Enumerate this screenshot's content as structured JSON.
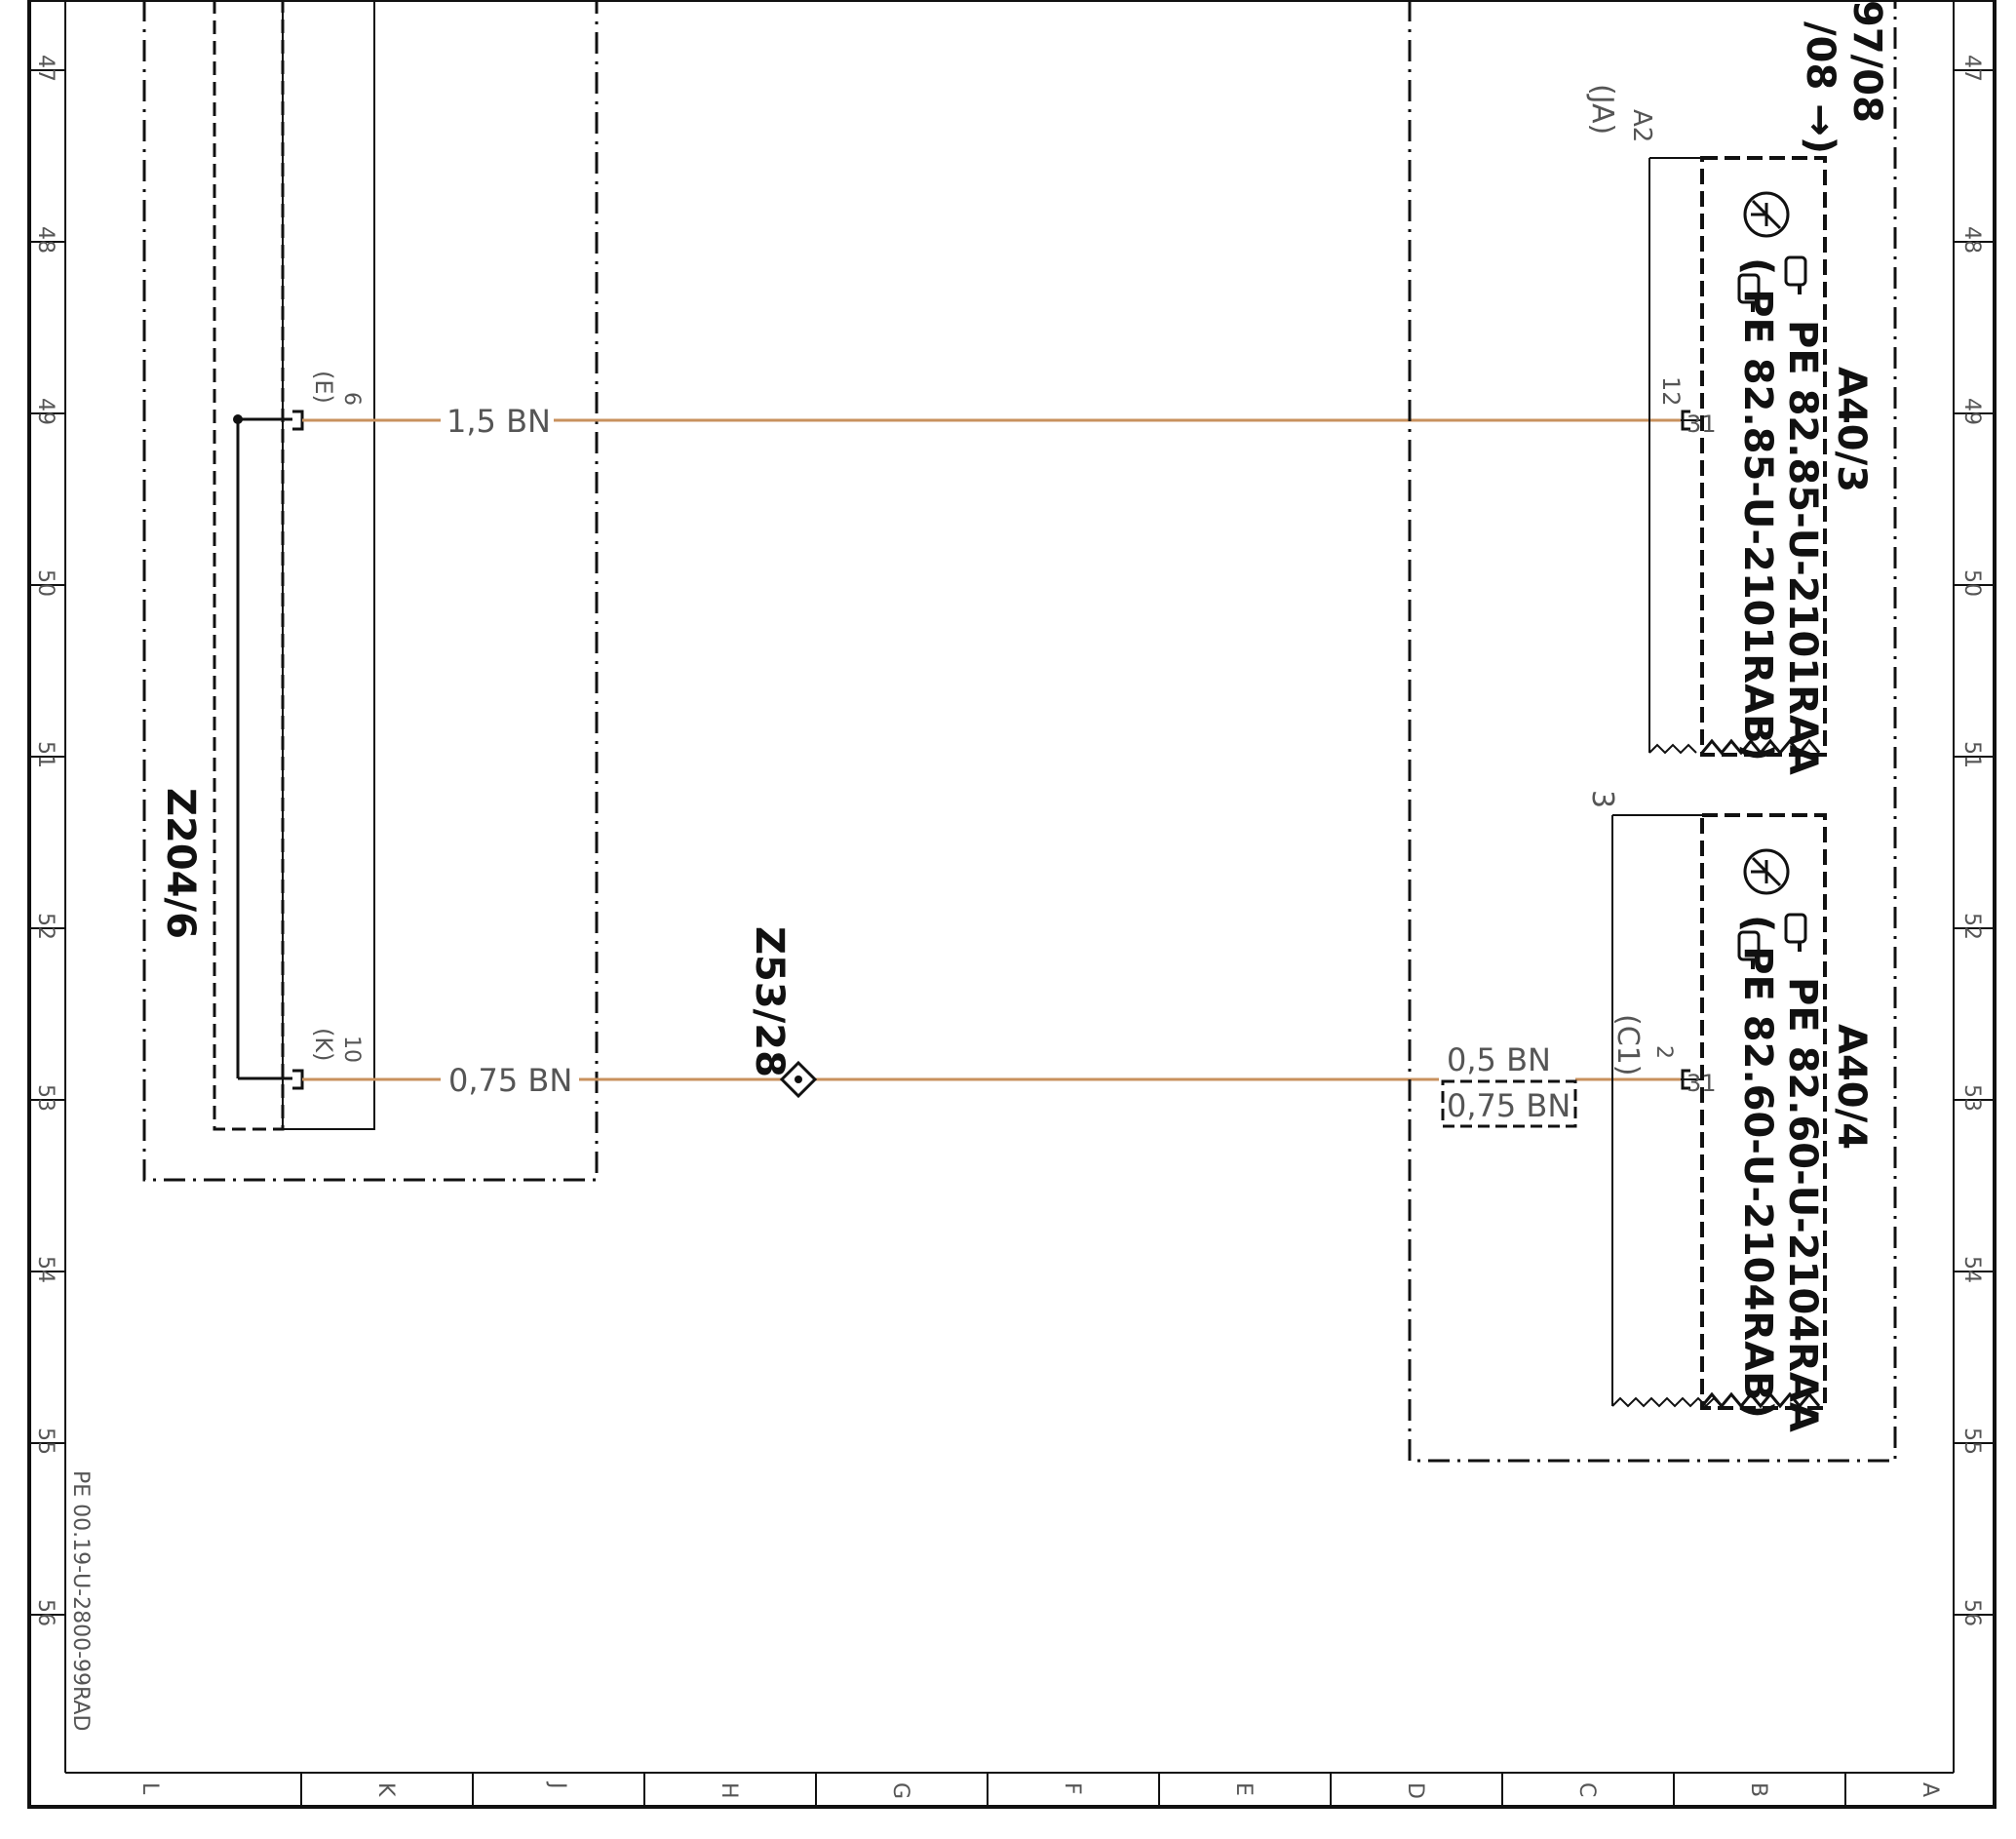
{
  "colors": {
    "wire_brown": "#c8915e",
    "line": "#111111",
    "frame": "#111111"
  },
  "icons": [
    "transistor-symbol-icon",
    "pointing-hand-icon"
  ],
  "ruler": {
    "row_numbers": [
      "47",
      "48",
      "49",
      "50",
      "51",
      "52",
      "53",
      "54",
      "55",
      "56"
    ],
    "column_letters": [
      "L",
      "K",
      "J",
      "H",
      "G",
      "F",
      "E",
      "D",
      "C",
      "B",
      "A"
    ]
  },
  "document_ref": "PE 00.19-U-2800-99RAD",
  "header_fragments": {
    "top_line": "97/08",
    "second_line": "/08 →)"
  },
  "connector_z204": {
    "label": "Z204/6",
    "pin_top": {
      "number": "6",
      "code": "(E)"
    },
    "pin_bottom": {
      "number": "10",
      "code": "(K)"
    }
  },
  "splice": {
    "label": "Z53/28"
  },
  "wires": {
    "upper": {
      "label": "1,5 BN"
    },
    "lower": {
      "label": "0,75 BN"
    },
    "lower_alt": {
      "label_top": "0,5 BN",
      "label_boxed": "0,75 BN"
    }
  },
  "component_a40_3": {
    "id": "A40/3",
    "ref_1": "PE  82.85-U-2101RAA",
    "ref_2": "(     PE  82.85-U-2101RAB)",
    "header_pin": "A2",
    "header_code": "(JA)",
    "pin_outer": "12",
    "pin_inner": "31"
  },
  "component_a40_4": {
    "id": "A40/4",
    "ref_1": "PE  82.60-U-2104RAA",
    "ref_2": "(     PE  82.60-U-2104RAB)",
    "header_pin": "3",
    "pin_small": "2",
    "pin_code": "(C1)",
    "pin_inner": "31"
  }
}
